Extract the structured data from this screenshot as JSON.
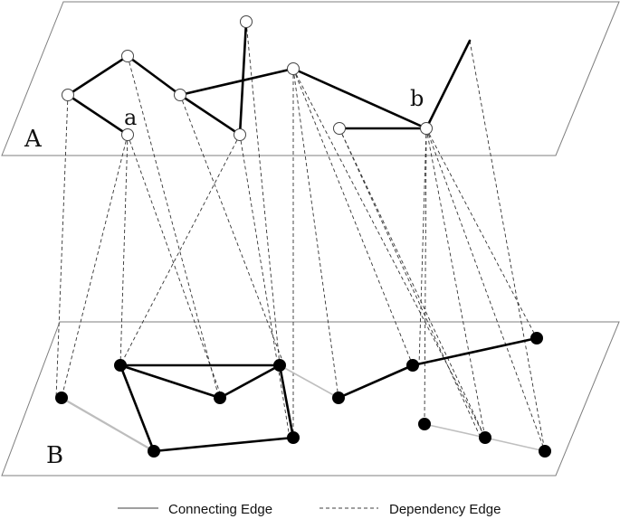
{
  "planes": {
    "upper": {
      "label": "A"
    },
    "lower": {
      "label": "B"
    }
  },
  "node_labels": {
    "a": "a",
    "b": "b"
  },
  "legend": {
    "connecting": "Connecting Edge",
    "dependency": "Dependency Edge"
  },
  "colors": {
    "connecting_edge": "#000000",
    "dependency_edge": "#333333",
    "node_layer_a_fill": "#ffffff",
    "node_layer_b_fill": "#000000",
    "plane_border": "#7f7f7f"
  }
}
